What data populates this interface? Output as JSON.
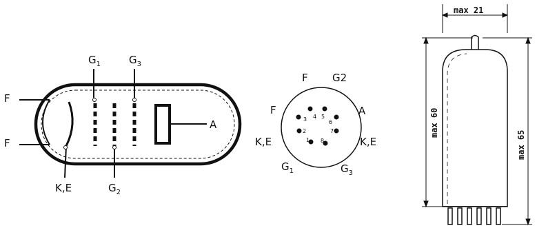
{
  "symbol": {
    "labels": {
      "f_top": "F",
      "f_bottom": "F",
      "g1": "G",
      "g1_sub": "1",
      "g3": "G",
      "g3_sub": "3",
      "g2": "G",
      "g2_sub": "2",
      "ke": "K,E",
      "a": "A"
    }
  },
  "base": {
    "labels": {
      "f_top": "F",
      "g2": "G2",
      "f_left": "F",
      "a": "A",
      "ke_left": "K,E",
      "ke_right": "K,E",
      "g1": "G",
      "g1_sub": "1",
      "g3": "G",
      "g3_sub": "3"
    },
    "pins": [
      "1",
      "2",
      "3",
      "4",
      "5",
      "6",
      "7",
      "8"
    ]
  },
  "outline": {
    "width_label": "max 21",
    "height_label": "max 60",
    "total_label": "max 65"
  },
  "colors": {
    "ink": "#111111",
    "background": "#ffffff"
  }
}
